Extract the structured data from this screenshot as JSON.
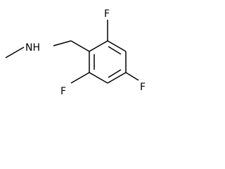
{
  "molecule": {
    "labels": {
      "amine": "NH",
      "fluorine_top": "F",
      "fluorine_left": "F",
      "fluorine_right": "F"
    }
  }
}
